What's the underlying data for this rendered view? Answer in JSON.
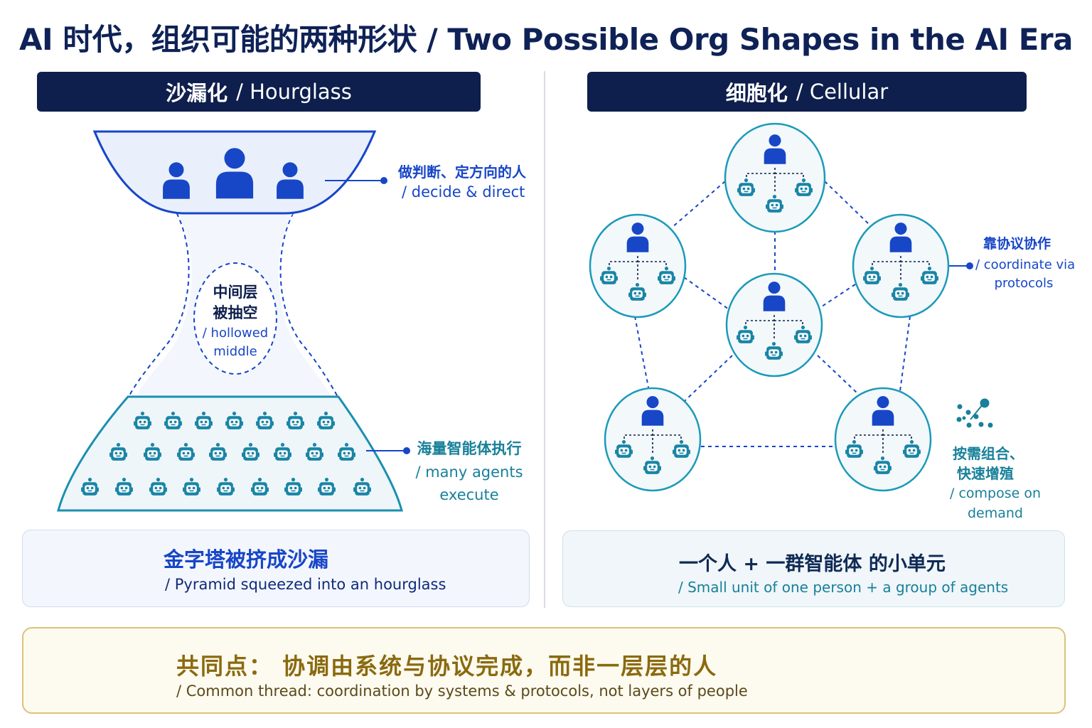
{
  "title": "AI 时代，组织可能的两种形状 / Two Possible Org Shapes in the AI Era",
  "colors": {
    "navy": "#0e1f4d",
    "blue": "#1746c7",
    "teal": "#18809a",
    "gold": "#b8901a"
  },
  "hourglass": {
    "header_cn": "沙漏化",
    "header_en": "/ Hourglass",
    "top_label_cn": "做判断、定方向的人",
    "top_label_en": "/ decide & direct",
    "middle_label_cn_1": "中间层",
    "middle_label_cn_2": "被抽空",
    "middle_label_en_1": "/ hollowed",
    "middle_label_en_2": "middle",
    "bottom_label_cn": "海量智能体执行",
    "bottom_label_en_1": "/ many agents",
    "bottom_label_en_2": "execute",
    "icons": {
      "top": "person-icon",
      "bottom": "robot-icon"
    },
    "card": {
      "icon": "hourglass-icon",
      "title_cn": "金字塔被挤成沙漏",
      "sub_en": "/ Pyramid squeezed into an hourglass"
    }
  },
  "cellular": {
    "header_cn": "细胞化",
    "header_en": "/ Cellular",
    "right_label_cn": "靠协议协作",
    "right_label_en_1": "/ coordinate via",
    "right_label_en_2": "protocols",
    "compose_label_cn_1": "按需组合、",
    "compose_label_cn_2": "快速增殖",
    "compose_label_en_1": "/ compose on",
    "compose_label_en_2": "demand",
    "icons": {
      "cell": "cell-unit-icon",
      "compose": "molecule-icon"
    },
    "card": {
      "icon": "team-unit-icon",
      "title_cn": "一个人 + 一群智能体 的小单元",
      "sub_en": "/ Small unit of one person + a group of agents"
    }
  },
  "common": {
    "icon": "gear-document-icon",
    "title_cn": "共同点： 协调由系统与协议完成，而非一层层的人",
    "sub_en": "/ Common thread: coordination by systems & protocols, not layers of people"
  }
}
